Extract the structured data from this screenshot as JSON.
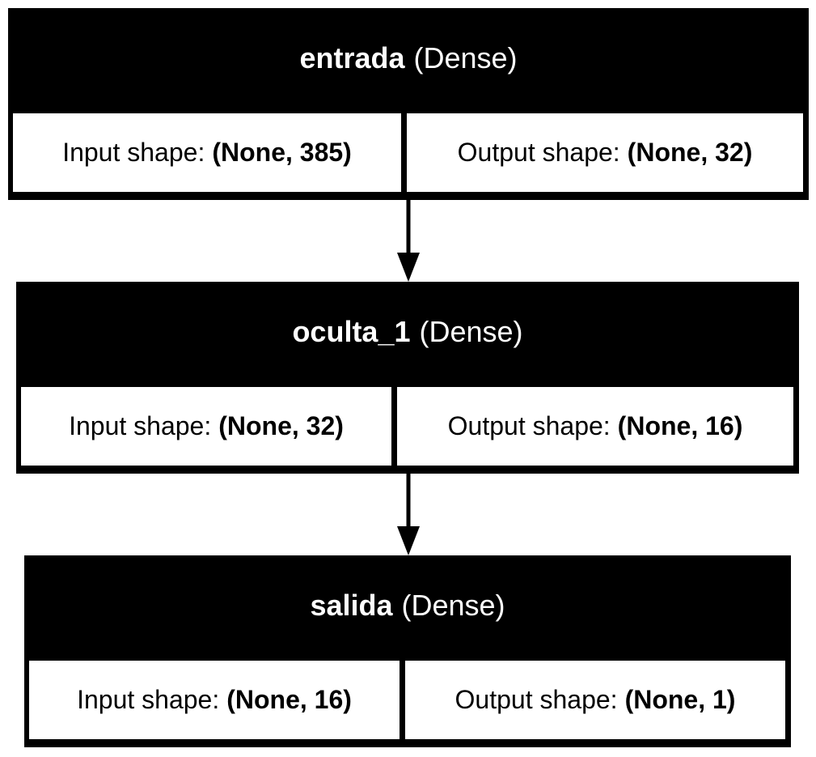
{
  "layers": [
    {
      "name": "entrada",
      "type": "(Dense)",
      "input_label": "Input shape:",
      "input_shape": "(None, 385)",
      "output_label": "Output shape:",
      "output_shape": "(None, 32)"
    },
    {
      "name": "oculta_1",
      "type": "(Dense)",
      "input_label": "Input shape:",
      "input_shape": "(None, 32)",
      "output_label": "Output shape:",
      "output_shape": "(None, 16)"
    },
    {
      "name": "salida",
      "type": "(Dense)",
      "input_label": "Input shape:",
      "input_shape": "(None, 16)",
      "output_label": "Output shape:",
      "output_shape": "(None, 1)"
    }
  ],
  "edges": [
    {
      "from": "entrada",
      "to": "oculta_1"
    },
    {
      "from": "oculta_1",
      "to": "salida"
    }
  ],
  "colors": {
    "header_background": "#000000",
    "header_text": "#ffffff",
    "cell_background": "#ffffff",
    "arrow": "#000000"
  }
}
